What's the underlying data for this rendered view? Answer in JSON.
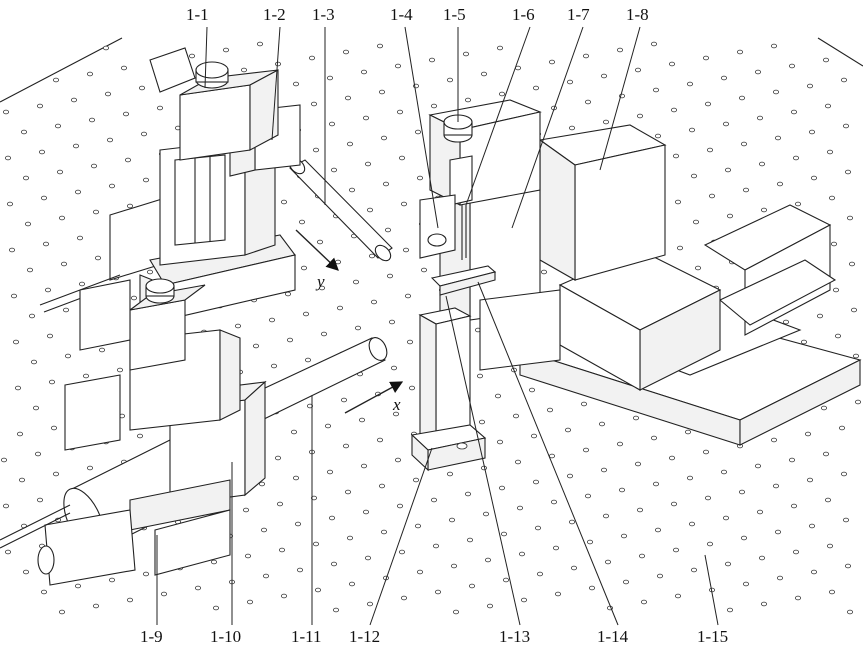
{
  "labels": {
    "top": [
      "1-1",
      "1-2",
      "1-3",
      "1-4",
      "1-5",
      "1-6",
      "1-7",
      "1-8"
    ],
    "bottom": [
      "1-9",
      "1-10",
      "1-11",
      "1-12",
      "1-13",
      "1-14",
      "1-15"
    ]
  },
  "axes": {
    "x": "x",
    "y": "y"
  }
}
